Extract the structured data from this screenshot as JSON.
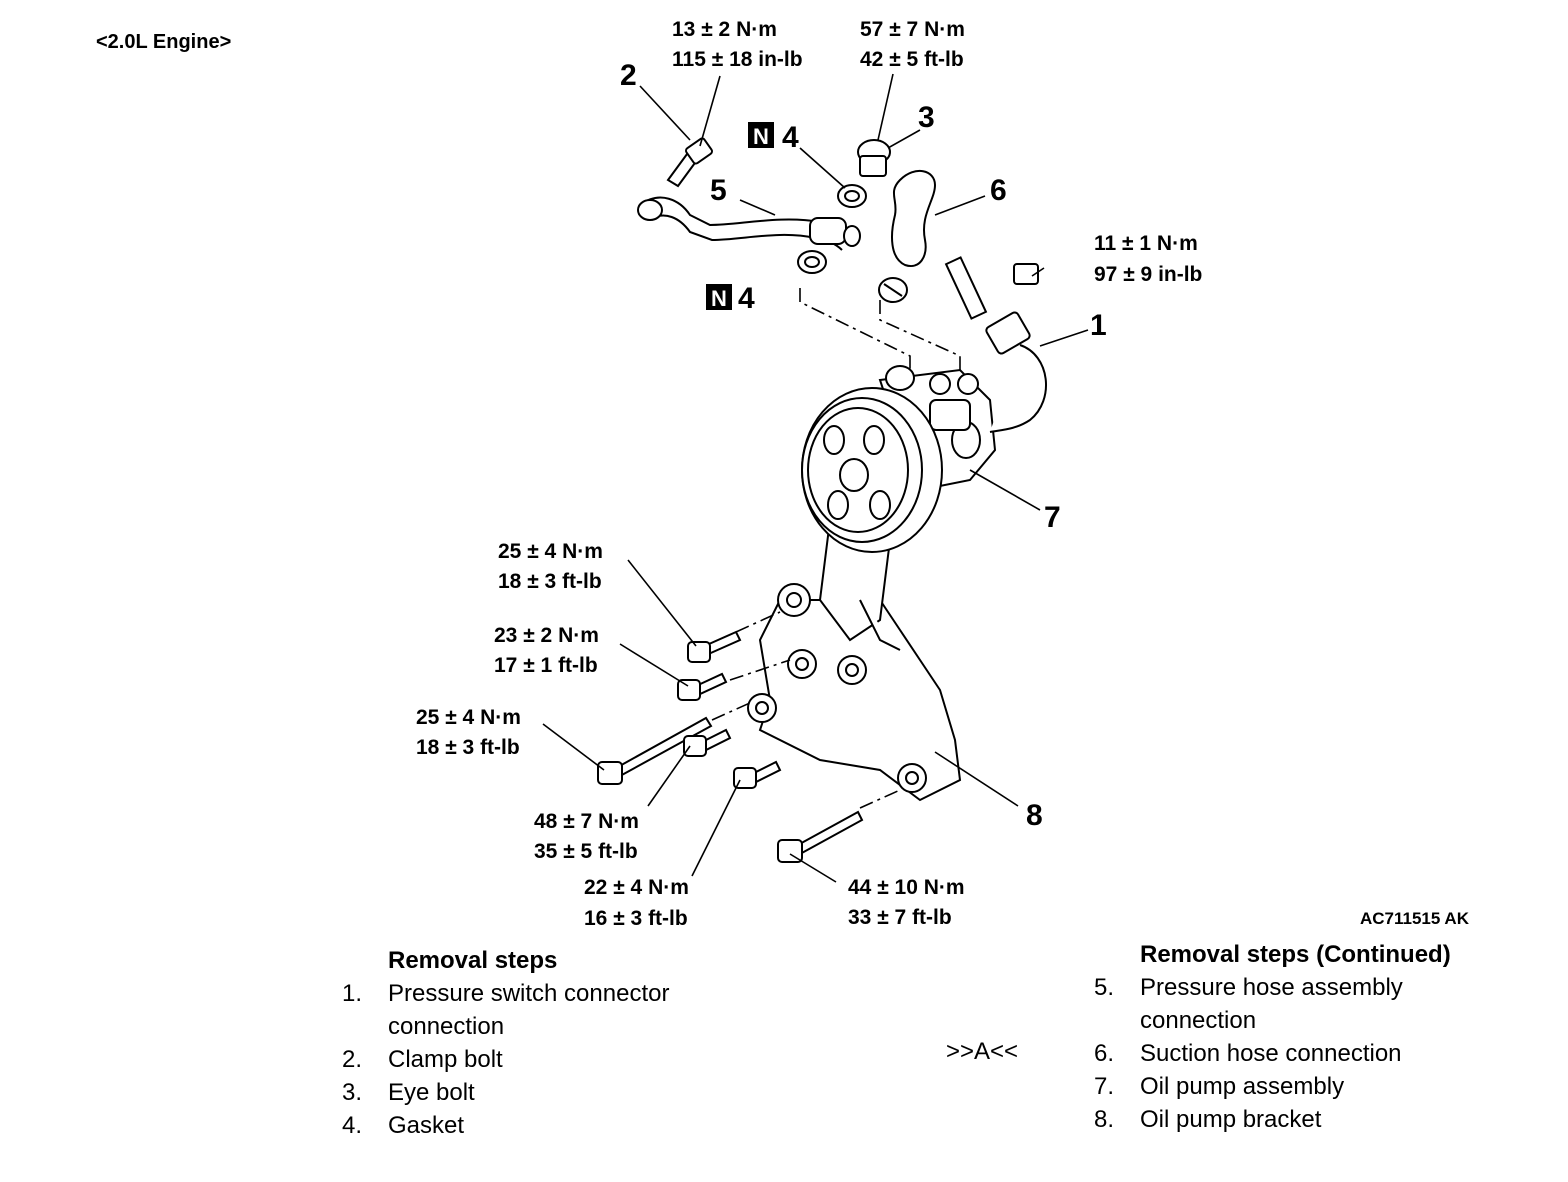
{
  "header": "<2.0L Engine>",
  "figure_id": "AC711515 AK",
  "n_badge": "N",
  "callouts": [
    "1",
    "2",
    "3",
    "4",
    "4",
    "5",
    "6",
    "7",
    "8"
  ],
  "torques": [
    {
      "nm": "13 ± 2 N·m",
      "imp": "115 ± 18 in-lb"
    },
    {
      "nm": "57 ± 7 N·m",
      "imp": "42 ± 5 ft-lb"
    },
    {
      "nm": "11 ± 1 N·m",
      "imp": "97 ± 9 in-lb"
    },
    {
      "nm": "25 ± 4 N·m",
      "imp": "18 ± 3 ft-lb"
    },
    {
      "nm": "23 ± 2 N·m",
      "imp": "17 ± 1 ft-lb"
    },
    {
      "nm": "25 ± 4 N·m",
      "imp": "18 ± 3 ft-lb"
    },
    {
      "nm": "48 ± 7 N·m",
      "imp": "35 ± 5 ft-lb"
    },
    {
      "nm": "22 ± 4 N·m",
      "imp": "16 ± 3 ft-lb"
    },
    {
      "nm": "44 ± 10 N·m",
      "imp": "33 ± 7 ft-lb"
    }
  ],
  "removal_steps": {
    "title": "Removal steps",
    "items": [
      {
        "num": "1.",
        "text": "Pressure switch connector connection"
      },
      {
        "num": "2.",
        "text": "Clamp bolt"
      },
      {
        "num": "3.",
        "text": "Eye bolt"
      },
      {
        "num": "4.",
        "text": "Gasket"
      }
    ]
  },
  "removal_steps_continued": {
    "title": "Removal steps (Continued)",
    "items": [
      {
        "num": "5.",
        "text": "Pressure hose assembly connection"
      },
      {
        "num": "6.",
        "text": "Suction hose connection"
      },
      {
        "num": "7.",
        "text": "Oil pump assembly"
      },
      {
        "num": "8.",
        "text": "Oil pump bracket"
      }
    ]
  },
  "marker": ">>A<<"
}
